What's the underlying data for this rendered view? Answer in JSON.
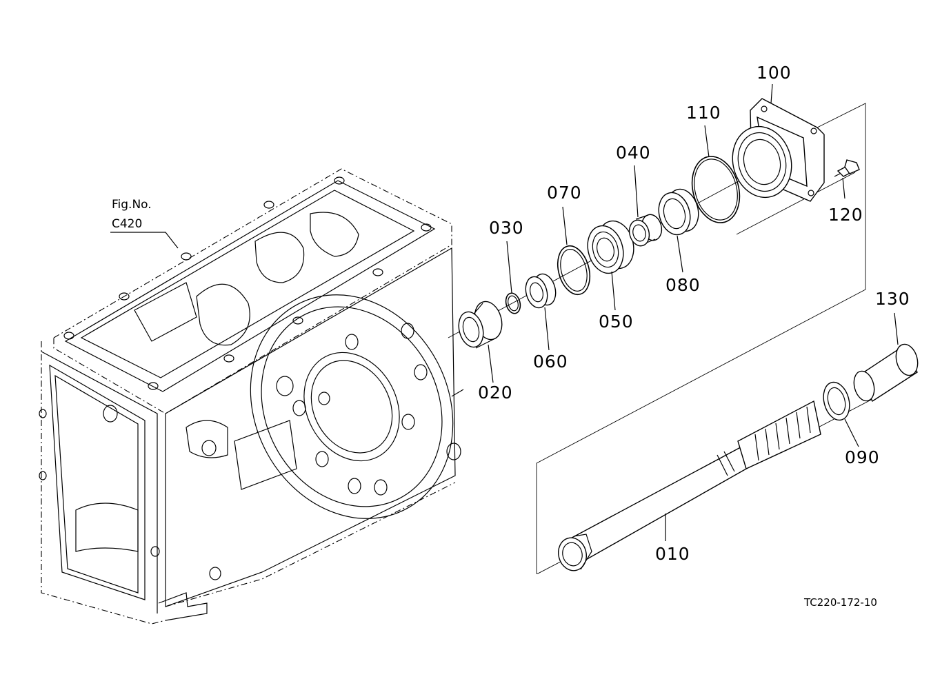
{
  "figure_ref": {
    "line1": "Fig.No.",
    "line2": "C420"
  },
  "drawing_code": "TC220-172-10",
  "parts": {
    "p010": "010",
    "p020": "020",
    "p030": "030",
    "p040": "040",
    "p050": "050",
    "p060": "060",
    "p070": "070",
    "p080": "080",
    "p090": "090",
    "p100": "100",
    "p110": "110",
    "p120": "120",
    "p130": "130"
  }
}
